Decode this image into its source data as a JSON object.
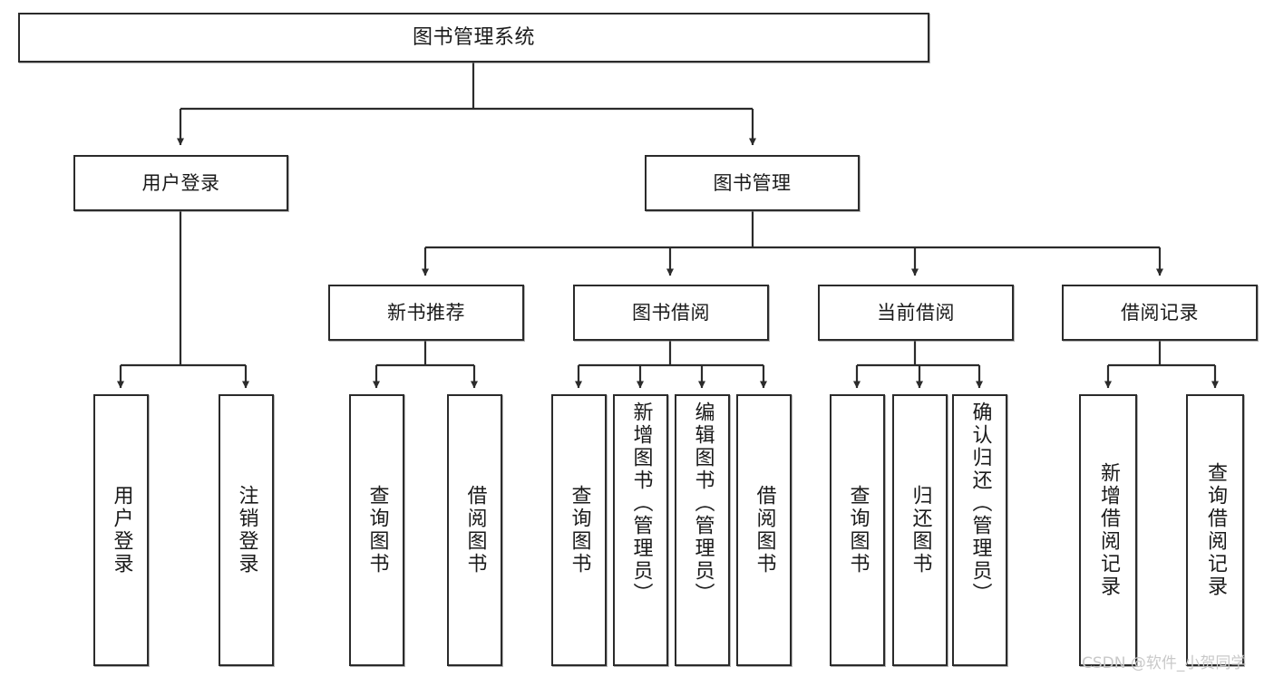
{
  "diagram": {
    "title": "图书管理系统",
    "type": "tree-hierarchy",
    "root": {
      "label": "图书管理系统"
    },
    "level2": [
      {
        "label": "用户登录"
      },
      {
        "label": "图书管理"
      }
    ],
    "level3": [
      {
        "label": "新书推荐"
      },
      {
        "label": "图书借阅"
      },
      {
        "label": "当前借阅"
      },
      {
        "label": "借阅记录"
      }
    ],
    "leaves": {
      "user_login": [
        {
          "label": "用户登录"
        },
        {
          "label": "注销登录"
        }
      ],
      "new_book_recommend": [
        {
          "label": "查询图书"
        },
        {
          "label": "借阅图书"
        }
      ],
      "book_borrow": [
        {
          "label": "查询图书"
        },
        {
          "label": "新增图书（管理员）"
        },
        {
          "label": "编辑图书（管理员）"
        },
        {
          "label": "借阅图书"
        }
      ],
      "current_borrow": [
        {
          "label": "查询图书"
        },
        {
          "label": "归还图书"
        },
        {
          "label": "确认归还（管理员）"
        }
      ],
      "borrow_record": [
        {
          "label": "新增借阅记录"
        },
        {
          "label": "查询借阅记录"
        }
      ]
    }
  },
  "watermark": {
    "text": "CSDN @软件_小贺同学"
  },
  "colors": {
    "border": "#2b2b2b",
    "background": "#ffffff",
    "text": "#1a1a1a",
    "watermark": "#c9c9c9"
  }
}
